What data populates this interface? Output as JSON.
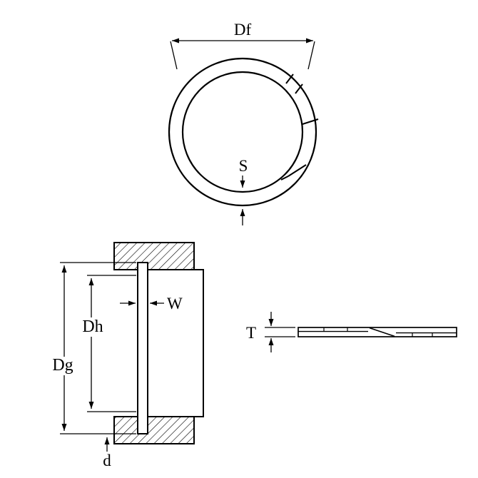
{
  "page": {
    "background": "#ffffff",
    "line_color": "#000000",
    "title": "spiral-retaining-ring-dimension-drawing"
  },
  "labels": {
    "free_diameter": "Df",
    "radial_wall": "S",
    "inner_diameter": "Dh",
    "groove_diameter": "Dg",
    "ring_width": "W",
    "groove_depth": "d",
    "thickness": "T"
  }
}
